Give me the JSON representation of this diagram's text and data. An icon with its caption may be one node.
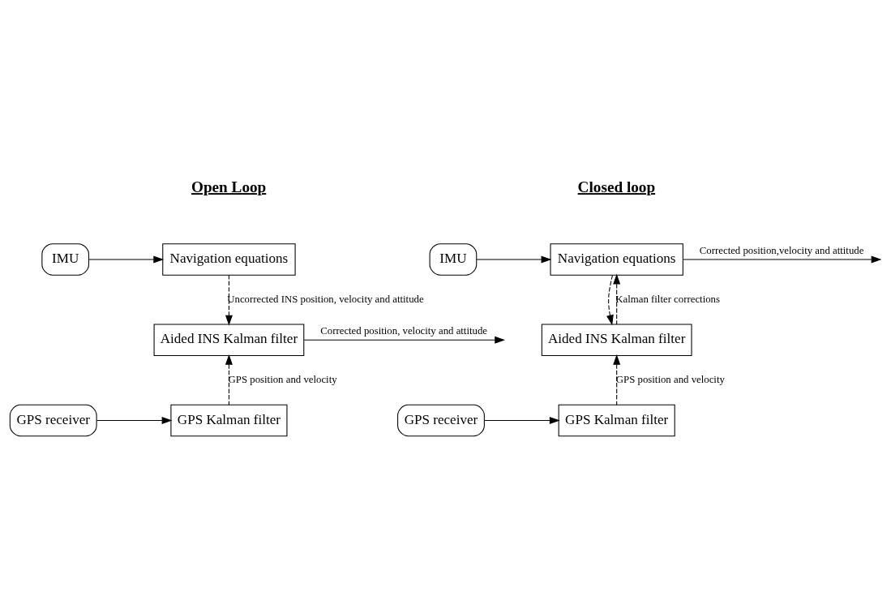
{
  "diagram": {
    "nodes": [
      {
        "text": [
          "IMU"
        ]
      },
      {
        "text": [
          "Navigation equations"
        ]
      },
      {
        "text": [
          "Aided INS Kalman filter"
        ]
      },
      {
        "text": [
          "GPS receiver"
        ]
      },
      {
        "text": [
          "GPS Kalman filter"
        ]
      },
      {
        "text": [
          "IMU"
        ]
      },
      {
        "text": [
          "Navigation equations"
        ]
      },
      {
        "text": [
          "Aided INS Kalman filter"
        ]
      },
      {
        "text": [
          "GPS receiver"
        ]
      },
      {
        "text": [
          "GPS Kalman filter"
        ]
      }
    ],
    "edges": [
      {
        "from": 0,
        "to": 1,
        "arrow": "to"
      },
      {
        "from": 1,
        "to": 2,
        "arrow": "to",
        "style": "dashed",
        "label": "Uncorrected INS position, velocity and attitude"
      },
      {
        "from": 2,
        "to": null,
        "arrow": "to",
        "label": "Corrected position, velocity and attitude"
      },
      {
        "from": 3,
        "to": 4,
        "arrow": "to"
      },
      {
        "from": 4,
        "to": 2,
        "arrow": "to",
        "style": "dashed",
        "label": "GPS position and velocity"
      },
      {
        "from": 5,
        "to": 6,
        "arrow": "to"
      },
      {
        "from": 6,
        "to": null,
        "arrow": "to",
        "label": "Corrected position,velocity and attitude"
      },
      {
        "from": 6,
        "to": 7,
        "arrow": "to",
        "style": "dashed"
      },
      {
        "from": 7,
        "to": 6,
        "arrow": "to",
        "style": "dashed",
        "label": "Kalman filter corrections"
      },
      {
        "from": 8,
        "to": 9,
        "arrow": "to"
      },
      {
        "from": 9,
        "to": 7,
        "arrow": "to",
        "style": "dashed",
        "label": "GPS position and velocity"
      }
    ],
    "labels": [
      "Open Loop",
      "Closed loop"
    ]
  }
}
